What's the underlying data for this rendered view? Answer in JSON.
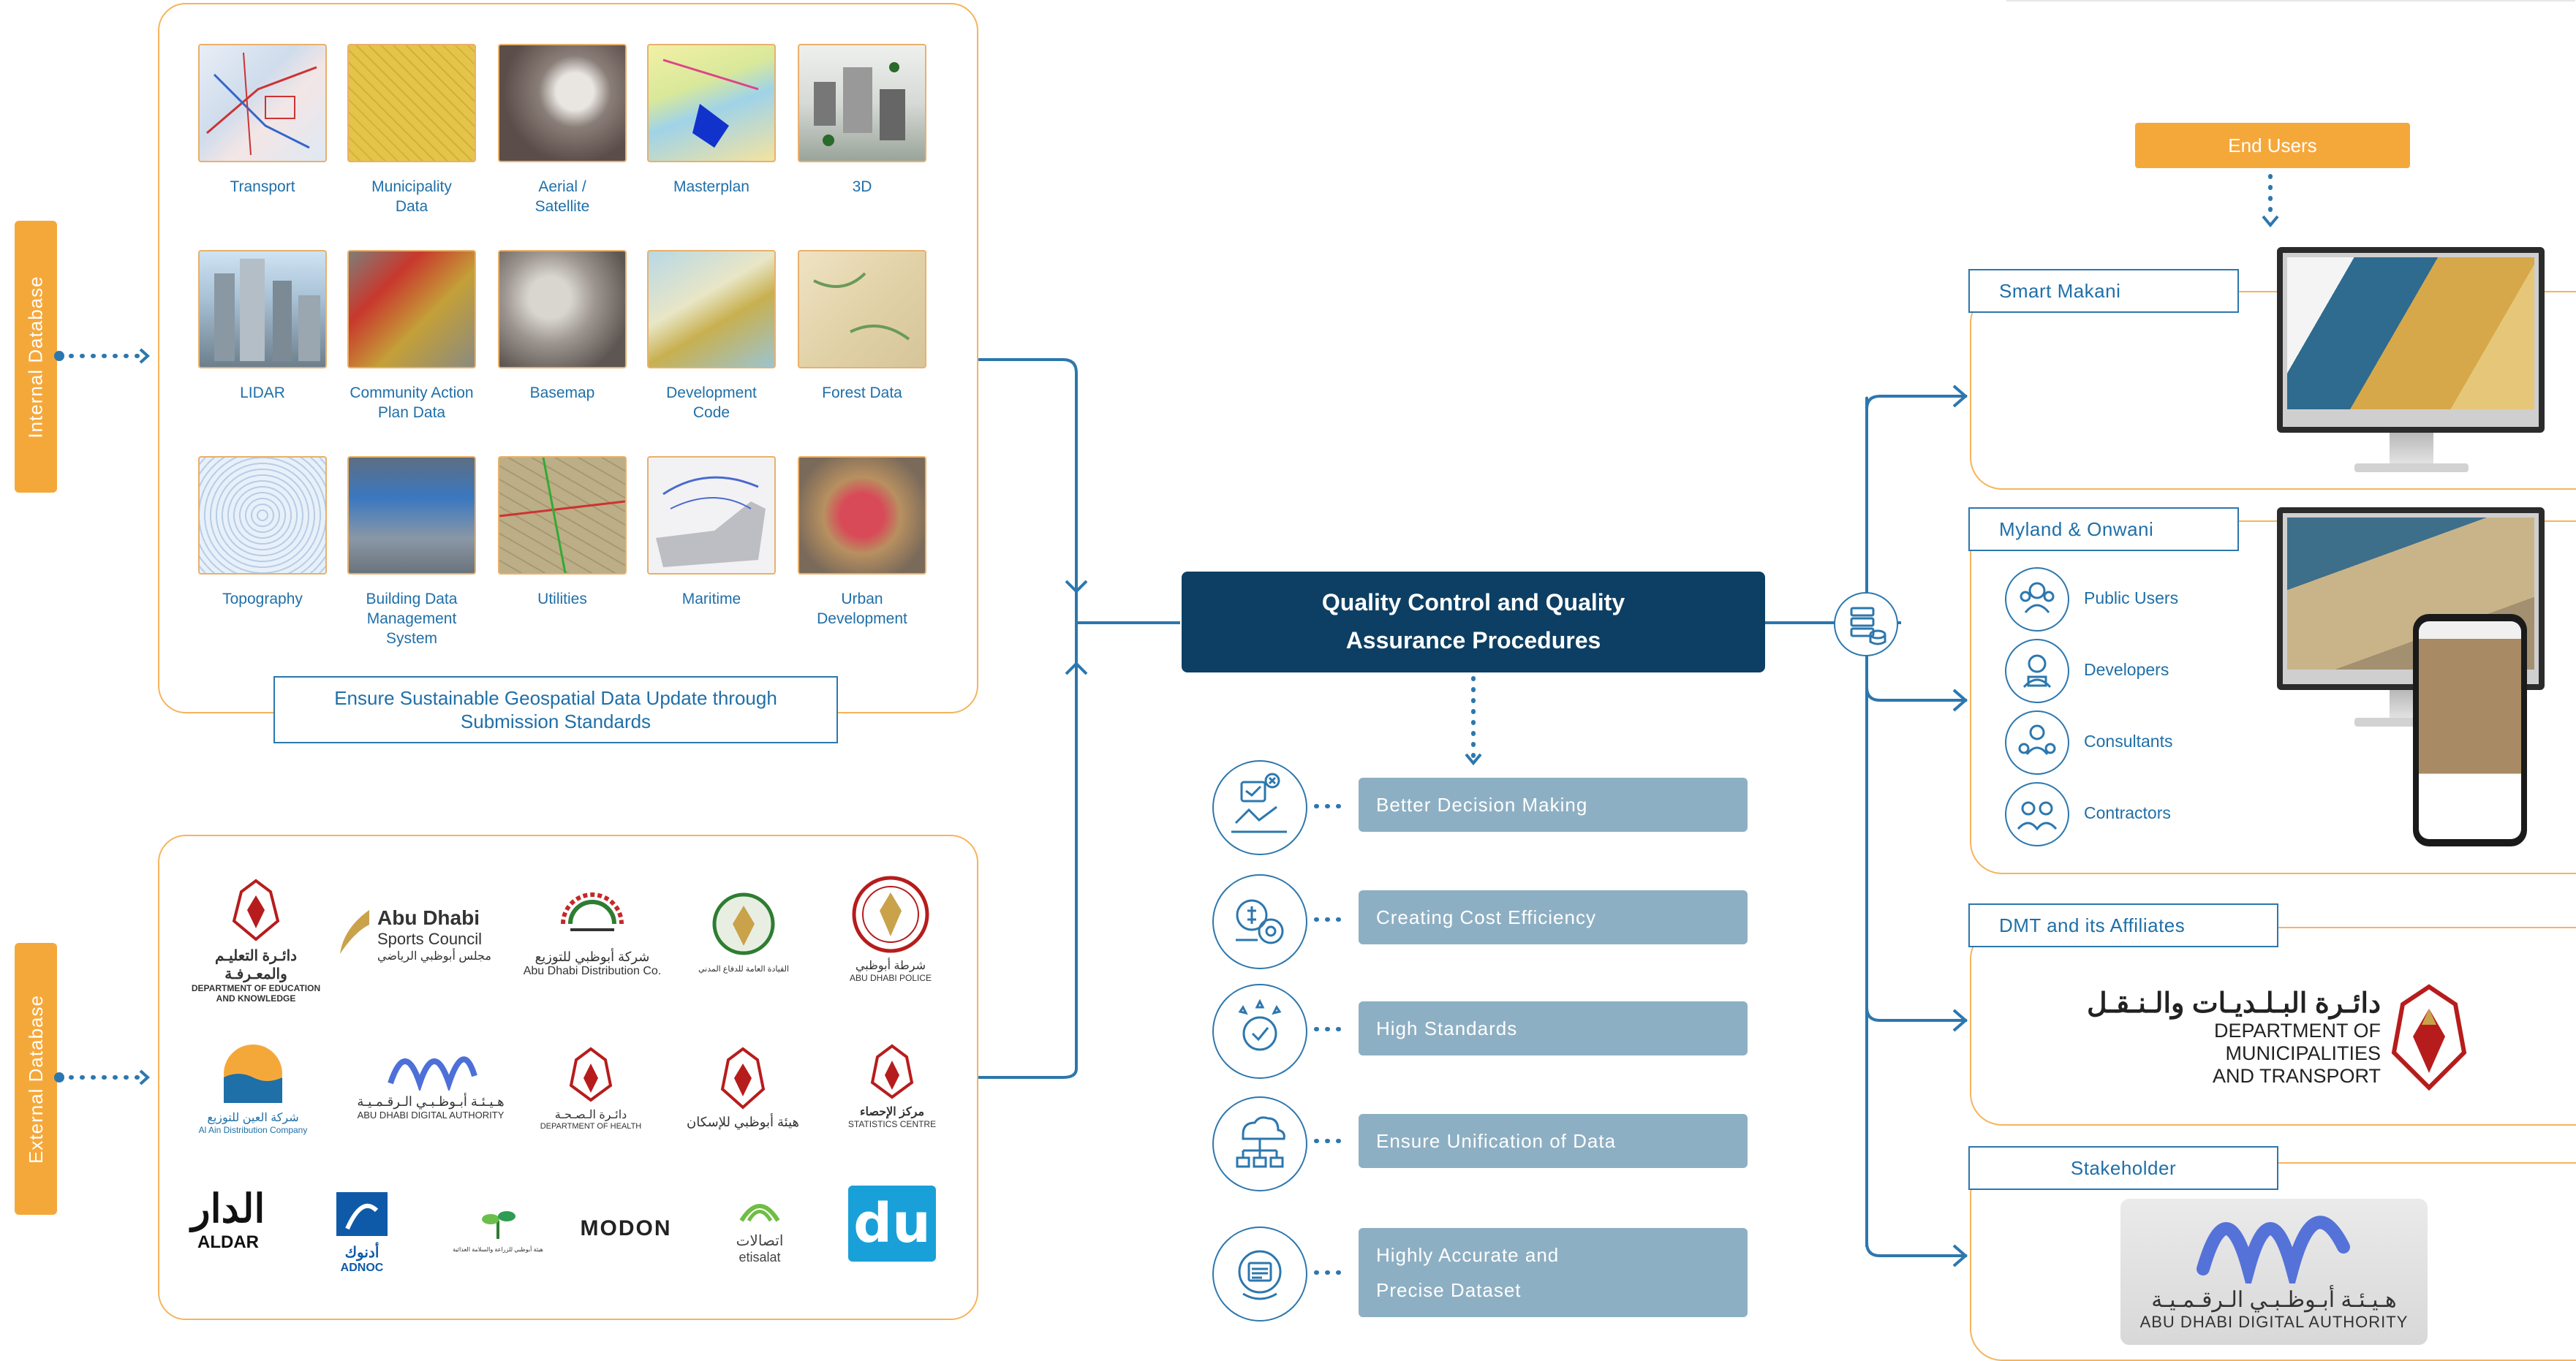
{
  "left_tabs": {
    "internal": "Internal Database",
    "external": "External Database"
  },
  "internal_items": [
    {
      "label": "Transport"
    },
    {
      "label": "Municipality Data"
    },
    {
      "label": "Aerial / Satellite"
    },
    {
      "label": "Masterplan"
    },
    {
      "label": "3D"
    },
    {
      "label": "LIDAR"
    },
    {
      "label": "Community Action Plan Data"
    },
    {
      "label": "Basemap"
    },
    {
      "label": "Development Code"
    },
    {
      "label": "Forest Data"
    },
    {
      "label": "Topography"
    },
    {
      "label": "Building Data Management System"
    },
    {
      "label": "Utilities"
    },
    {
      "label": "Maritime"
    },
    {
      "label": "Urban Development"
    }
  ],
  "standards_box": {
    "line1": "Ensure  Sustainable  Geospatial  Data  Update   through",
    "line2": "Submission  Standards"
  },
  "external_logos": [
    {
      "name": "education",
      "line1": "دائـرة التعليـم والمعـرفـة",
      "line2": "DEPARTMENT OF EDUCATION AND KNOWLEDGE"
    },
    {
      "name": "sports",
      "line1": "Abu Dhabi",
      "line2": "Sports Council",
      "line3": "مجلس أبوظبي الرياضي"
    },
    {
      "name": "distribution",
      "line1": "شركة أبوظبي للتوزيع",
      "line2": "Abu Dhabi Distribution Co."
    },
    {
      "name": "civil-defence",
      "line1": "القيادة العامة للدفاع المدني"
    },
    {
      "name": "police",
      "line1": "شرطة أبوظبي",
      "line2": "ABU DHABI POLICE"
    },
    {
      "name": "al-ain",
      "line1": "شركة العين للتوزيع",
      "line2": "Al Ain Distribution Company"
    },
    {
      "name": "digital-authority",
      "line1": "هـيـئـة أبـوظـبـي الـرقـمـيـة",
      "line2": "ABU DHABI DIGITAL AUTHORITY"
    },
    {
      "name": "health",
      "line1": "دائـرة الـصـحـة",
      "line2": "DEPARTMENT OF HEALTH"
    },
    {
      "name": "housing",
      "line1": "هيئة أبوظبي للإسكان"
    },
    {
      "name": "statistics",
      "line1": "مركز الإحصاء",
      "line2": "STATISTICS CENTRE"
    },
    {
      "name": "aldar",
      "line1": "الدار",
      "line2": "ALDAR"
    },
    {
      "name": "adnoc",
      "line1": "أدنوك",
      "line2": "ADNOC"
    },
    {
      "name": "agriculture",
      "line1": "هيئة أبوظبي للزراعة والسلامة الغذائية"
    },
    {
      "name": "modon",
      "line1": "MODON"
    },
    {
      "name": "etisalat",
      "line1": "اتصالات",
      "line2": "etisalat"
    },
    {
      "name": "du",
      "line1": "du"
    }
  ],
  "qc": {
    "line1": "Quality Control and Quality",
    "line2": "Assurance Procedures"
  },
  "benefits": [
    {
      "label": "Better  Decision  Making"
    },
    {
      "label": "Creating  Cost  Efficiency"
    },
    {
      "label": "High  Standards"
    },
    {
      "label": "Ensure  Unification  of  Data"
    },
    {
      "label1": "Highly  Accurate  and",
      "label2": "Precise  Dataset"
    }
  ],
  "end_users": "End Users",
  "right": {
    "smart_makani": "Smart  Makani",
    "myland": "Myland  &  Onwani",
    "users": [
      "Public Users",
      "Developers",
      "Consultants",
      "Contractors"
    ],
    "dmt": "DMT  and  its  Affiliates",
    "dmt_logo": {
      "ar": "دائـرة البـلـديـات والـنـقـل",
      "en1": "DEPARTMENT OF MUNICIPALITIES",
      "en2": "AND TRANSPORT"
    },
    "stakeholder": "Stakeholder",
    "adda_logo": {
      "ar": "هـيـئـة أبـوظـبـي الـرقـمـيـة",
      "en": "ABU DHABI DIGITAL AUTHORITY"
    }
  },
  "colors": {
    "orange": "#F5A83A",
    "navy": "#0C3F63",
    "blue": "#2C77AE",
    "benefit_bg": "#8DAFC3"
  }
}
